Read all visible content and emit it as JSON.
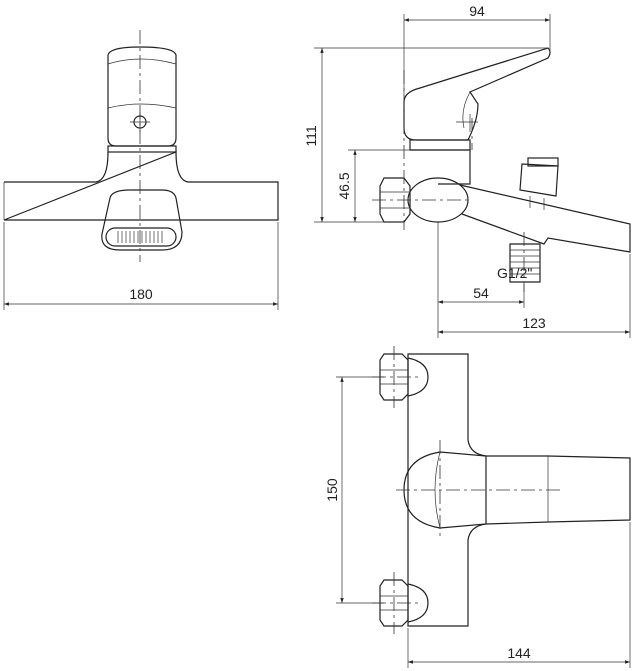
{
  "dimensions": {
    "front_width": "180",
    "side_depth": "94",
    "side_height": "111",
    "outlet_height": "46.5",
    "thread": "G1/2\"",
    "outlet_reach": "54",
    "spout_reach": "123",
    "inlet_centers": "150",
    "top_depth": "144"
  }
}
